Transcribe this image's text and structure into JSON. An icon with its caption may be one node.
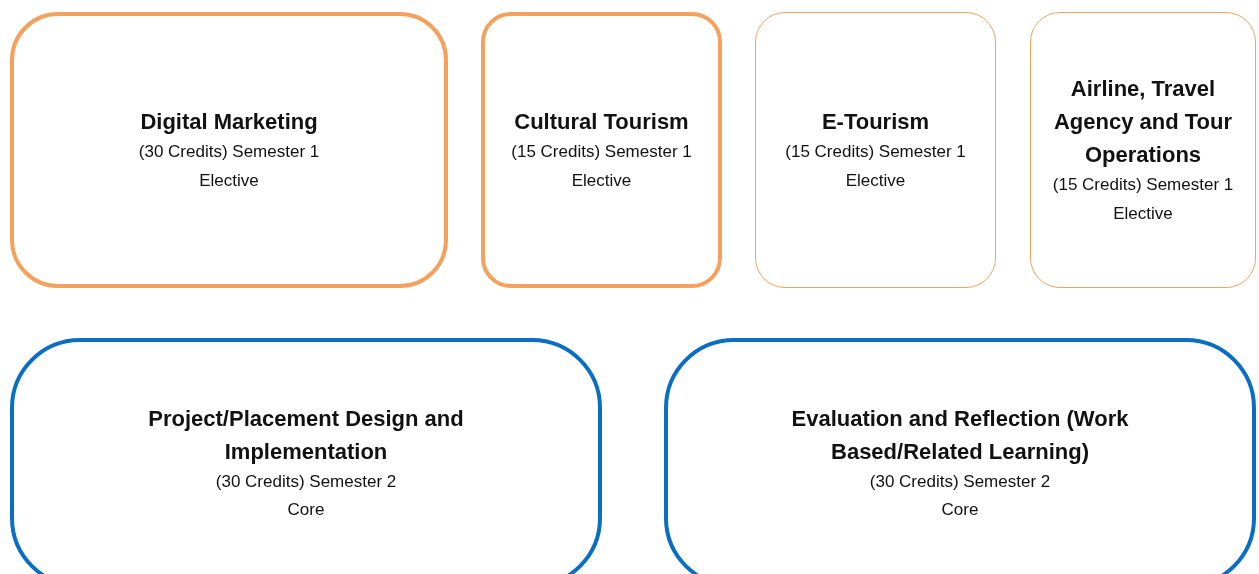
{
  "diagram": {
    "nodes": [
      {
        "text": [
          "Digital Marketing",
          "(30 Credits) Semester 1 Elective"
        ]
      },
      {
        "text": [
          "Cultural Tourism",
          "(15 Credits) Semester 1 Elective"
        ]
      },
      {
        "text": [
          "E-Tourism",
          "(15 Credits) Semester 1 Elective"
        ]
      },
      {
        "text": [
          "Airline, Travel Agency and Tour Operations",
          "(15 Credits) Semester 1 Elective"
        ]
      },
      {
        "text": [
          "Project/Placement Design and Implementation",
          "(30 Credits) Semester 2 Core"
        ]
      },
      {
        "text": [
          "Evaluation and Reflection (Work Based/Related Learning)",
          "(30 Credits) Semester 2 Core"
        ]
      }
    ]
  }
}
